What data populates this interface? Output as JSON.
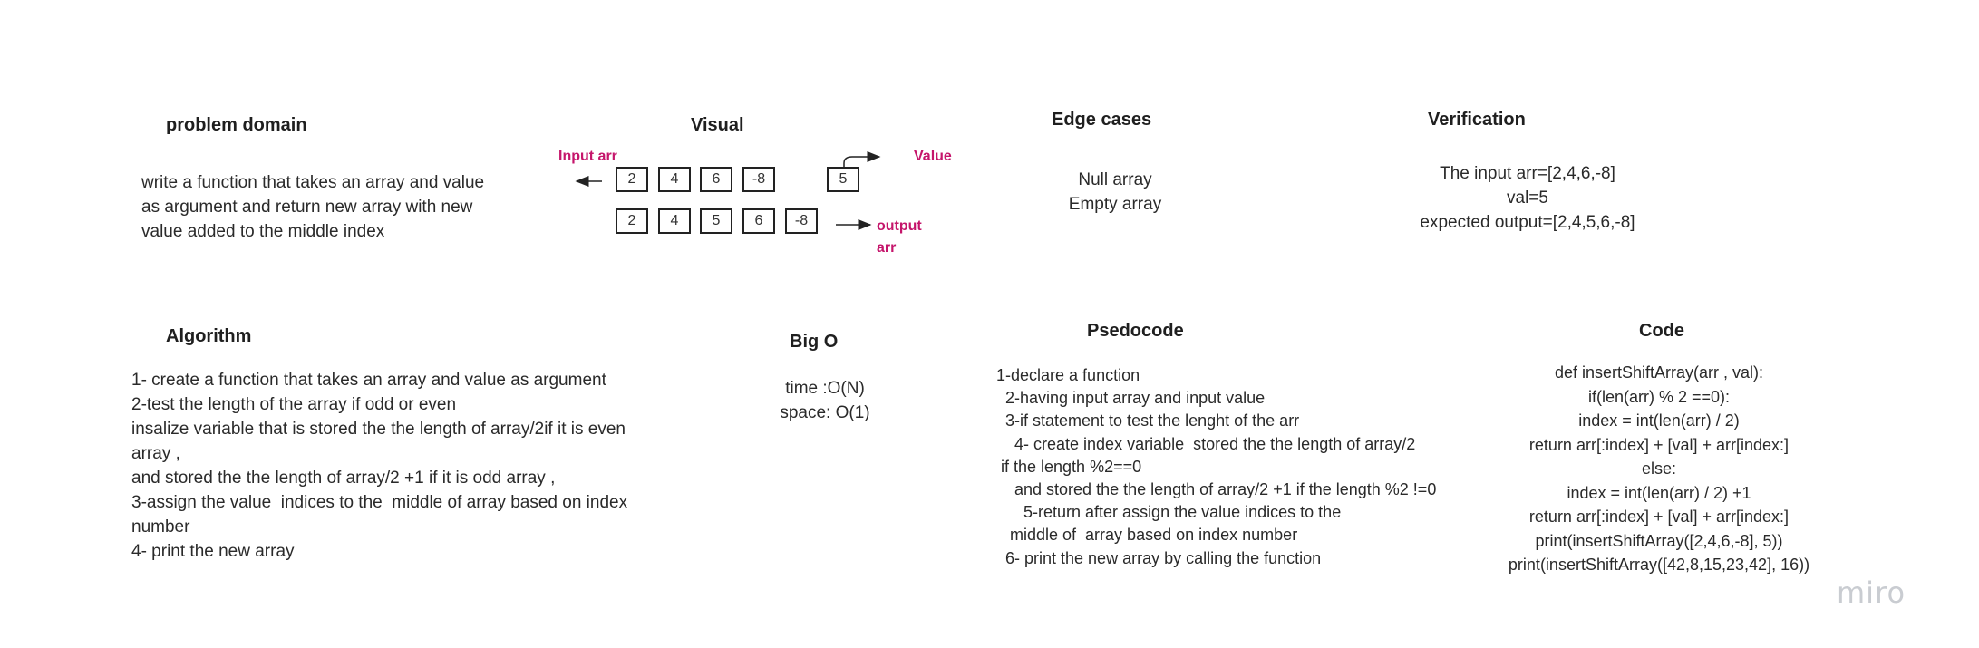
{
  "problem_domain": {
    "title": "problem domain",
    "lines": [
      "write a function that takes an array and value",
      "as argument and return new array with new",
      "value added to the middle index"
    ]
  },
  "visual": {
    "title": "Visual",
    "input_label": "Input arr",
    "value_label": "Value",
    "output_label_line1": "output",
    "output_label_line2": "arr",
    "input_array": [
      "2",
      "4",
      "6",
      "-8"
    ],
    "value": "5",
    "output_array": [
      "2",
      "4",
      "5",
      "6",
      "-8"
    ]
  },
  "edge_cases": {
    "title": "Edge cases",
    "lines": [
      "Null array",
      "Empty array"
    ]
  },
  "verification": {
    "title": "Verification",
    "lines": [
      "The input arr=[2,4,6,-8]",
      "val=5",
      "expected output=[2,4,5,6,-8]"
    ]
  },
  "algorithm": {
    "title": "Algorithm",
    "lines": [
      "1- create a function that takes an array and value as argument",
      "2-test the length of the array if odd or even",
      "insalize variable that is stored the the length of array/2if it is even",
      "array ,",
      "and stored the the length of array/2 +1 if it is odd array ,",
      "3-assign the value  indices to the  middle of array based on index",
      "number",
      "4- print the new array"
    ]
  },
  "big_o": {
    "title": "Big O",
    "lines": [
      "time :O(N)",
      "space: O(1)"
    ]
  },
  "pseudocode": {
    "title": "Psedocode",
    "lines": [
      "1-declare a function",
      "  2-having input array and input value",
      "  3-if statement to test the lenght of the arr",
      "    4- create index variable  stored the the length of array/2",
      " if the length %2==0",
      "    and stored the the length of array/2 +1 if the length %2 !=0",
      "      5-return after assign the value indices to the",
      "   middle of  array based on index number",
      "  6- print the new array by calling the function"
    ]
  },
  "code": {
    "title": "Code",
    "lines": [
      "def insertShiftArray(arr , val):",
      "if(len(arr) % 2 ==0):",
      "index = int(len(arr) / 2)",
      "return arr[:index] + [val] + arr[index:]",
      "else:",
      "index = int(len(arr) / 2) +1",
      "return arr[:index] + [val] + arr[index:]",
      "print(insertShiftArray([2,4,6,-8], 5))",
      "print(insertShiftArray([42,8,15,23,42], 16))"
    ]
  },
  "logo": "miro"
}
